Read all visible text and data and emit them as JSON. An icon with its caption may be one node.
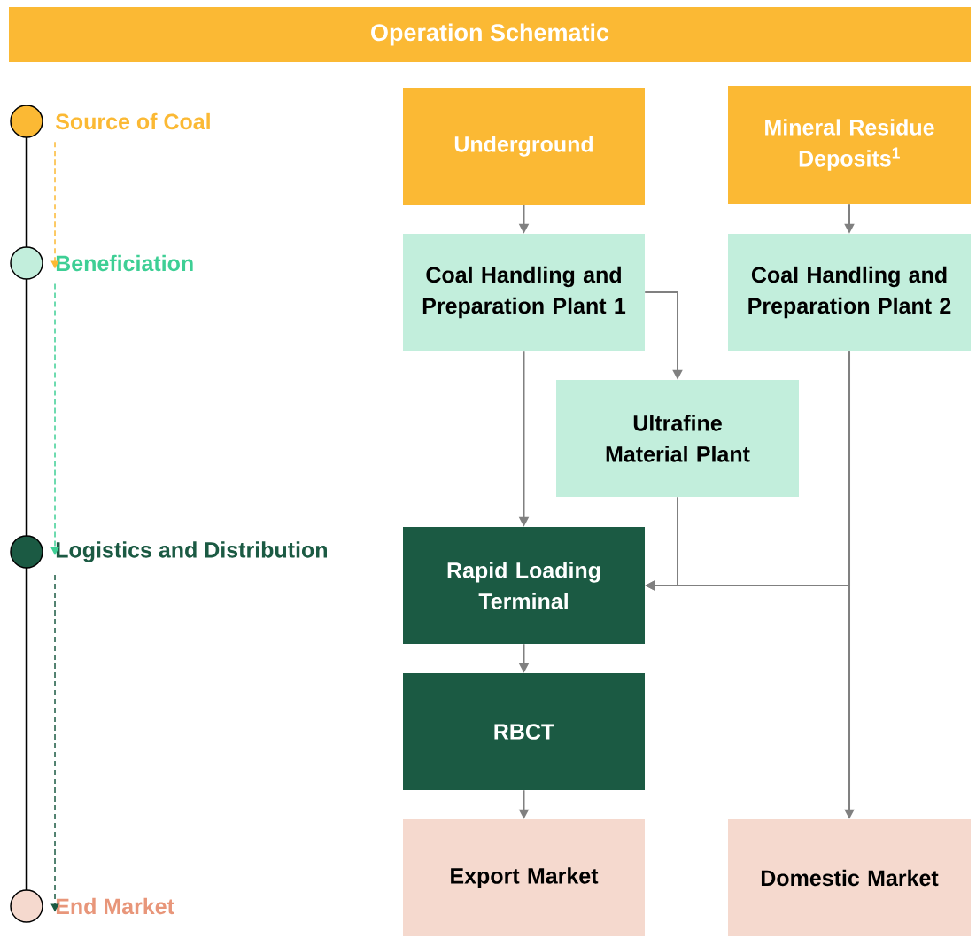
{
  "diagram": {
    "title": "Operation Schematic",
    "nodes": [
      {
        "text": [
          "Source of Coal"
        ]
      },
      {
        "text": [
          "Beneficiation"
        ]
      },
      {
        "text": [
          "Logistics and Distribution"
        ]
      },
      {
        "text": [
          "End Market"
        ]
      },
      {
        "text": [
          "Underground"
        ]
      },
      {
        "text": [
          "Mineral Residue Deposits$^{1}$"
        ]
      },
      {
        "text": [
          "Coal Handling and Preparation Plant 1"
        ]
      },
      {
        "text": [
          "Coal Handling and Preparation Plant 2"
        ]
      },
      {
        "text": [
          "Ultrafine Material Plant"
        ]
      },
      {
        "text": [
          "Rapid Loading Terminal"
        ]
      },
      {
        "text": [
          "RBCT"
        ]
      },
      {
        "text": [
          "Export Market"
        ]
      },
      {
        "text": [
          "Domestic Market"
        ]
      }
    ],
    "edges": [
      {
        "from": 0,
        "to": 1,
        "arrow": "to",
        "style": "dashed",
        "color": "#fbb934"
      },
      {
        "from": 1,
        "to": 2,
        "arrow": "to",
        "style": "dashed",
        "color": "#3ecf95"
      },
      {
        "from": 2,
        "to": 3,
        "arrow": "to",
        "style": "dashed",
        "color": "#1b5a43"
      },
      {
        "from": 4,
        "to": 6,
        "arrow": "to"
      },
      {
        "from": 5,
        "to": 7,
        "arrow": "to"
      },
      {
        "from": 6,
        "to": 8,
        "arrow": "to"
      },
      {
        "from": 6,
        "to": 9,
        "arrow": "to"
      },
      {
        "from": 8,
        "to": 9,
        "arrow": "to"
      },
      {
        "from": 7,
        "to": 9,
        "arrow": "to"
      },
      {
        "from": 7,
        "to": 12,
        "arrow": "to"
      },
      {
        "from": 9,
        "to": 10,
        "arrow": "to"
      },
      {
        "from": 10,
        "to": 11,
        "arrow": "to"
      }
    ]
  }
}
